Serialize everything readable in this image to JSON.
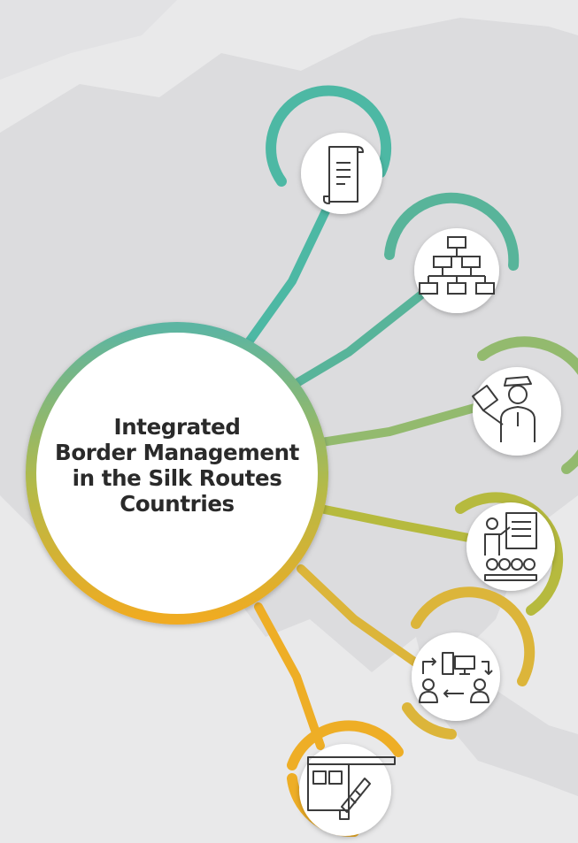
{
  "title": {
    "line1": "Integrated",
    "line2": "Border Management",
    "line3": "in the Silk Routes",
    "line4": "Countries"
  },
  "nodes": [
    {
      "id": "legal-framework",
      "icon": "scroll-document-icon",
      "color": "#4db8a4"
    },
    {
      "id": "organisational-structure",
      "icon": "org-chart-icon",
      "color": "#58b49a"
    },
    {
      "id": "border-police-procedures",
      "icon": "border-officer-passport-icon",
      "color": "#93ba6e"
    },
    {
      "id": "training",
      "icon": "presenter-training-icon",
      "color": "#b6ba3e"
    },
    {
      "id": "information-exchange",
      "icon": "computer-exchange-people-icon",
      "color": "#dcb53a"
    },
    {
      "id": "infrastructure-equipment",
      "icon": "barrier-checkpoint-icon",
      "color": "#eeae26"
    }
  ],
  "colors": {
    "background": "#e9e9ea",
    "map": "#dcdcde",
    "icon_stroke": "#3b3b3b"
  }
}
